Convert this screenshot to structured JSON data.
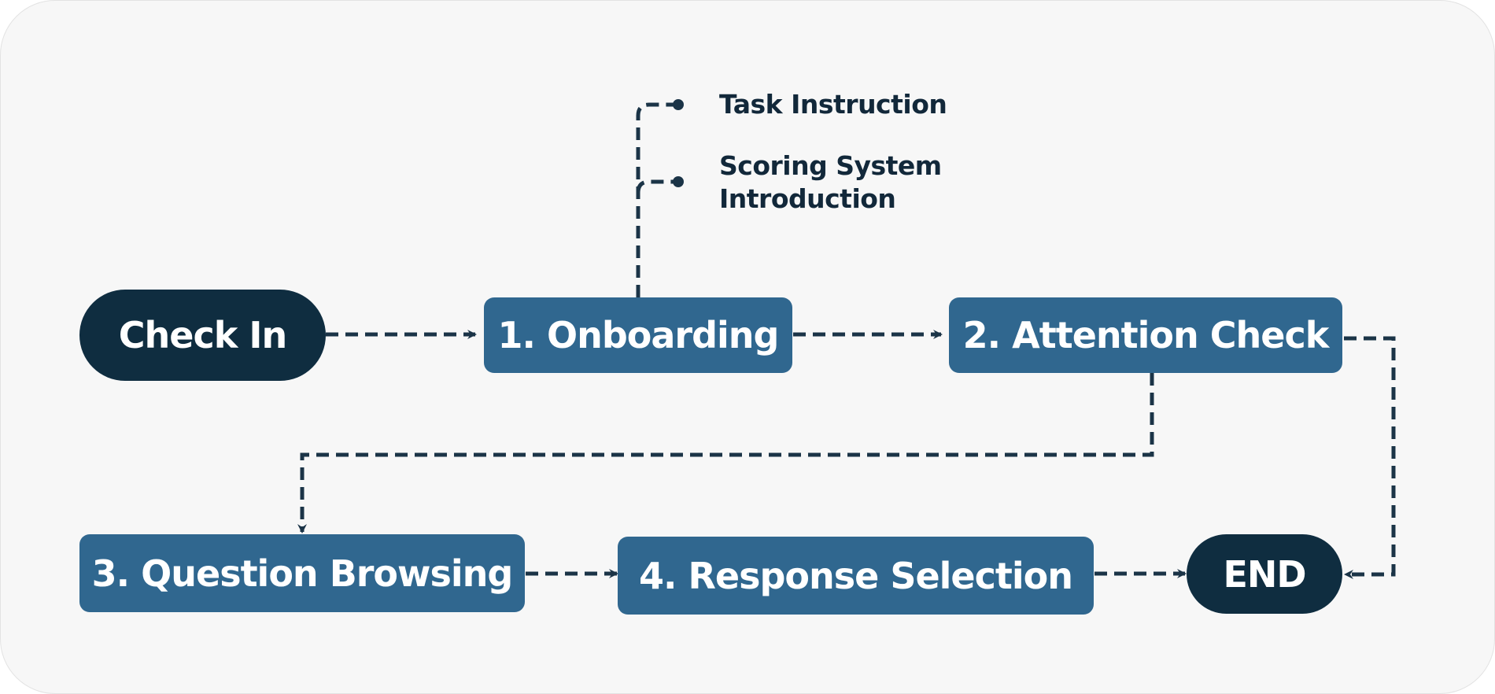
{
  "nodes": {
    "check_in": "Check In",
    "onboarding": "1. Onboarding",
    "attention_check": "2. Attention Check",
    "question_browsing": "3. Question Browsing",
    "response_selection": "4. Response Selection",
    "end": "END"
  },
  "notes": {
    "task_instruction": "Task Instruction",
    "scoring_line1": "Scoring System",
    "scoring_line2": "Introduction"
  },
  "colors": {
    "terminal": "#0f2d40",
    "step": "#30678f",
    "line": "#1b3447",
    "background": "#f7f7f7"
  }
}
